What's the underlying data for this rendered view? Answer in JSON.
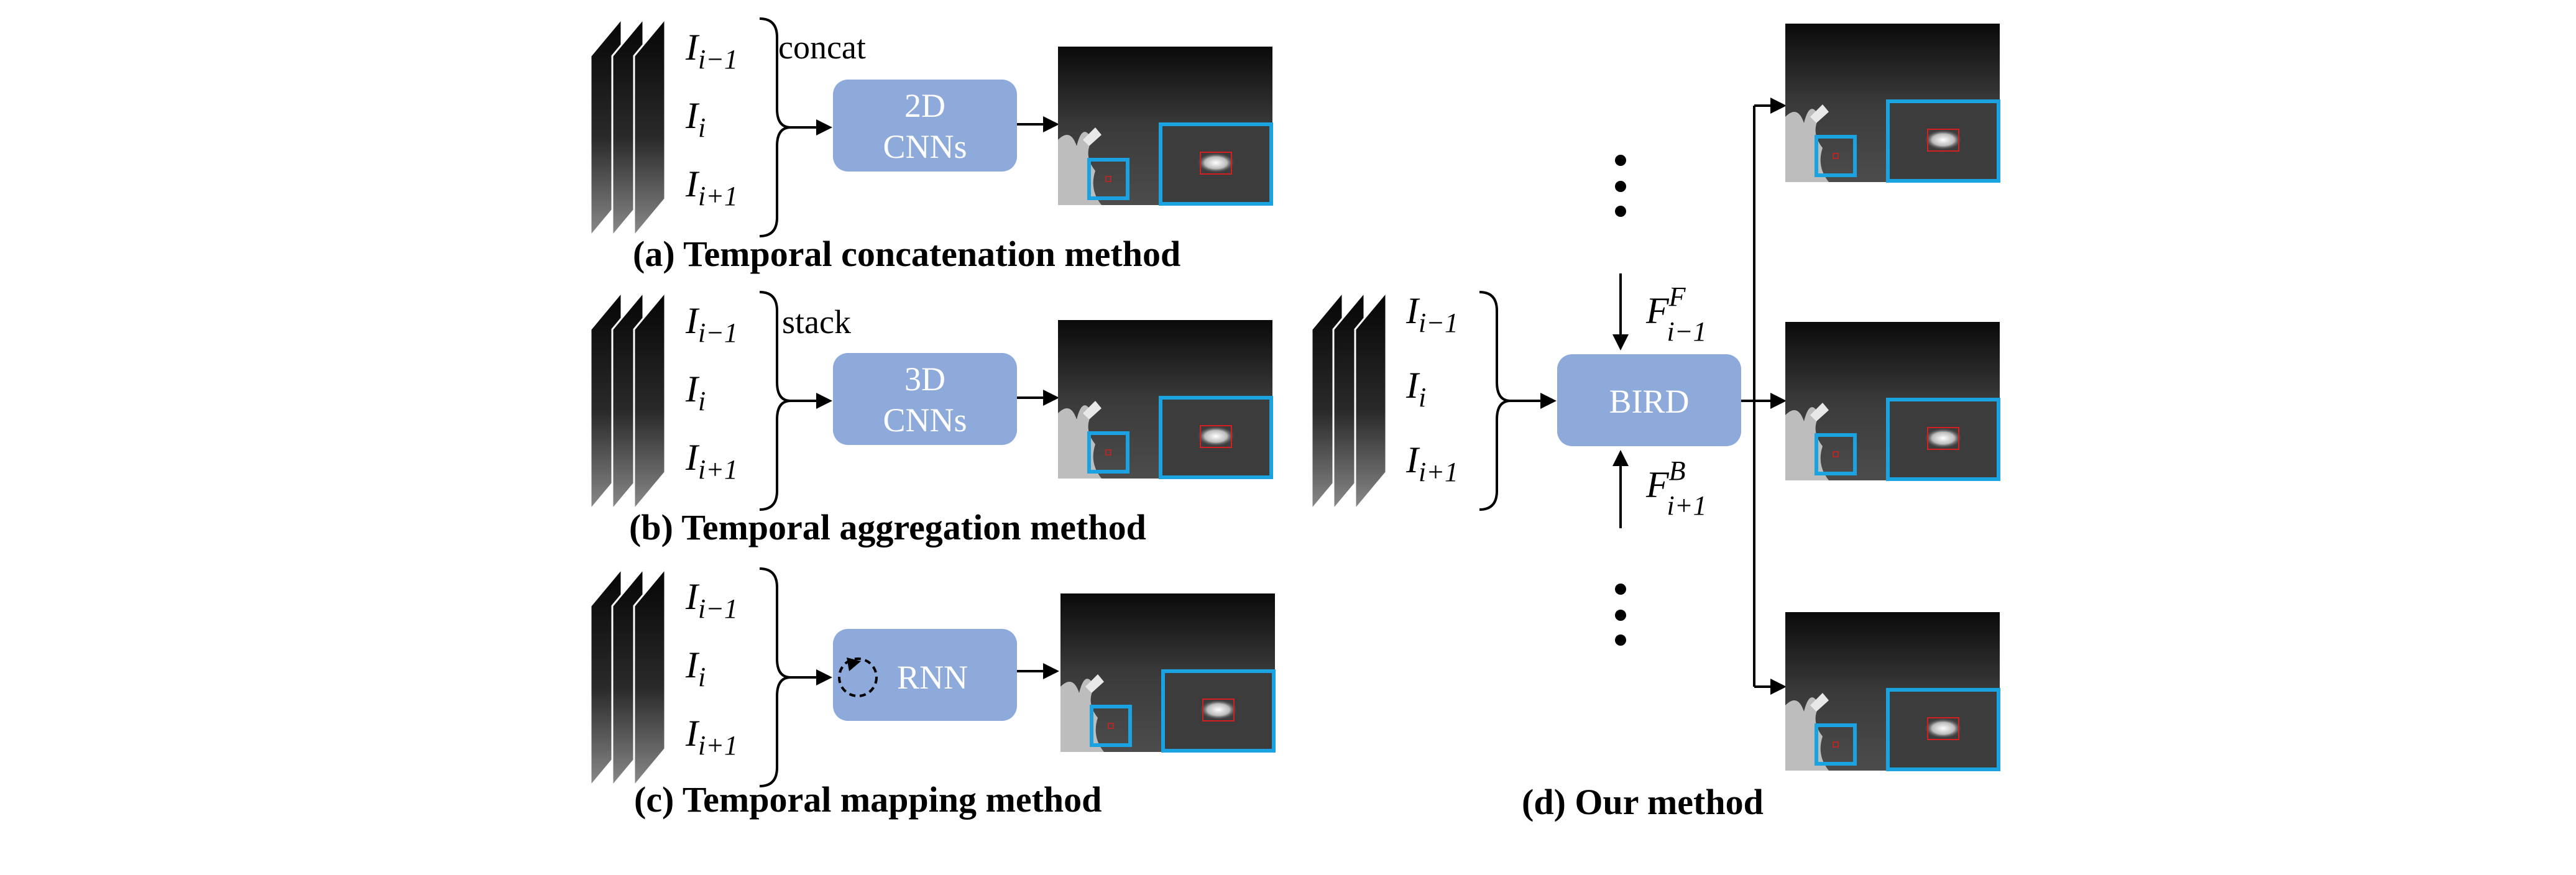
{
  "frames": {
    "prev": {
      "base": "I",
      "sub": "i−1"
    },
    "cur": {
      "base": "I",
      "sub": "i"
    },
    "next": {
      "base": "I",
      "sub": "i+1"
    }
  },
  "panels": [
    {
      "id": "a",
      "op_label": "concat",
      "module": [
        "2D",
        "CNNs"
      ],
      "caption": "(a) Temporal concatenation method"
    },
    {
      "id": "b",
      "op_label": "stack",
      "module": [
        "3D",
        "CNNs"
      ],
      "caption": "(b) Temporal aggregation method"
    },
    {
      "id": "c",
      "op_label": "",
      "module": [
        "RNN"
      ],
      "caption": "(c) Temporal mapping  method"
    }
  ],
  "ours": {
    "module": "BIRD",
    "forward_feature": {
      "base": "F",
      "sup": "F",
      "sub": "i−1"
    },
    "backward_feature": {
      "base": "F",
      "sup": "B",
      "sub": "i+1"
    },
    "caption": "(d) Our method"
  },
  "colors": {
    "module_fill": "#8eaadb",
    "zoom_box": "#1aa3e0",
    "target_box": "#d42020",
    "frame_dark": "#0c0c0c"
  }
}
